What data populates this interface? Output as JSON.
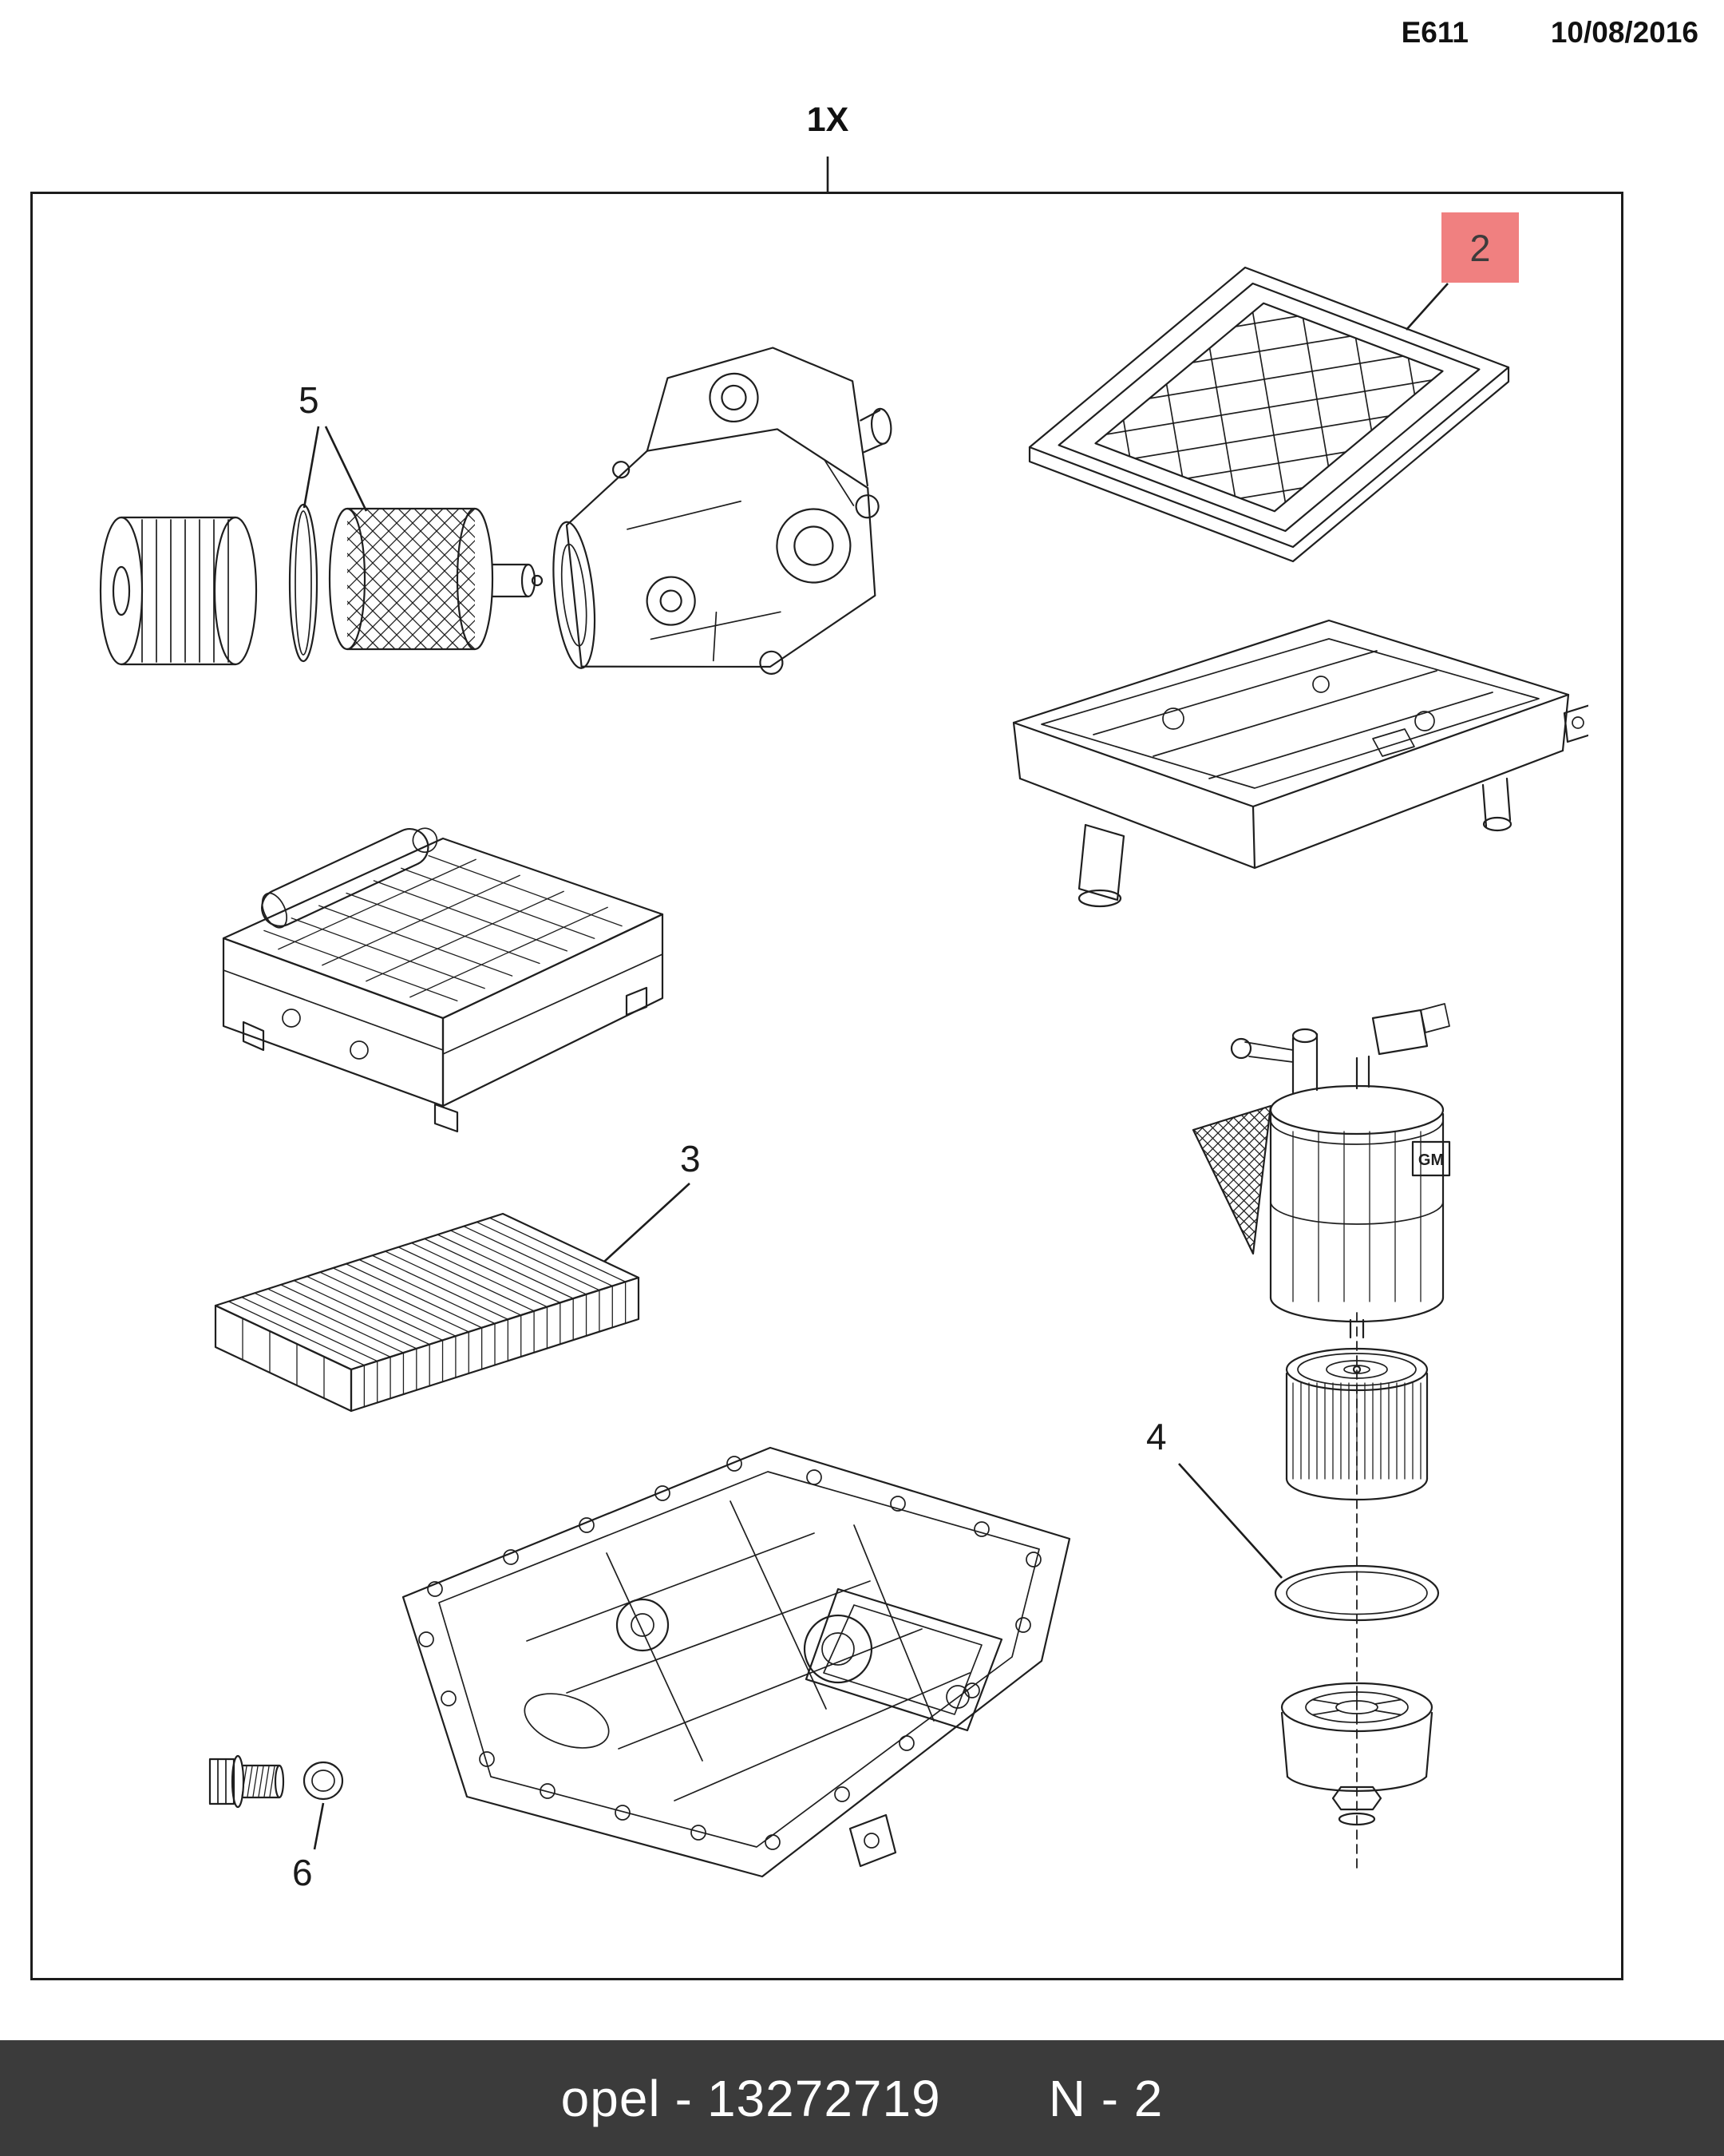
{
  "header": {
    "doc_code": "E611",
    "date": "10/08/2016"
  },
  "diagram": {
    "quantity_label": "1X",
    "callouts": {
      "c2": "2",
      "c3": "3",
      "c4": "4",
      "c5": "5",
      "c6": "6"
    },
    "highlighted_callout": "2",
    "parts": [
      "oil-filter-housing-assembly",
      "air-filter-element",
      "air-cleaner-housing",
      "hvac-evaporator-unit",
      "cabin-air-filter",
      "fuel-filter-assembly",
      "oil-filter-cartridge-kit",
      "oil-pan",
      "drain-plug-and-washer"
    ]
  },
  "illustration_text": {
    "gm_logo": "GM"
  },
  "colors": {
    "highlight_box": "#f08080",
    "footer_background": "#3b3b3b",
    "line_art": "#1f1f1f"
  },
  "footer": {
    "brand": "opel",
    "separator": "-",
    "part_number": "13272719",
    "page_ref": "N - 2"
  }
}
